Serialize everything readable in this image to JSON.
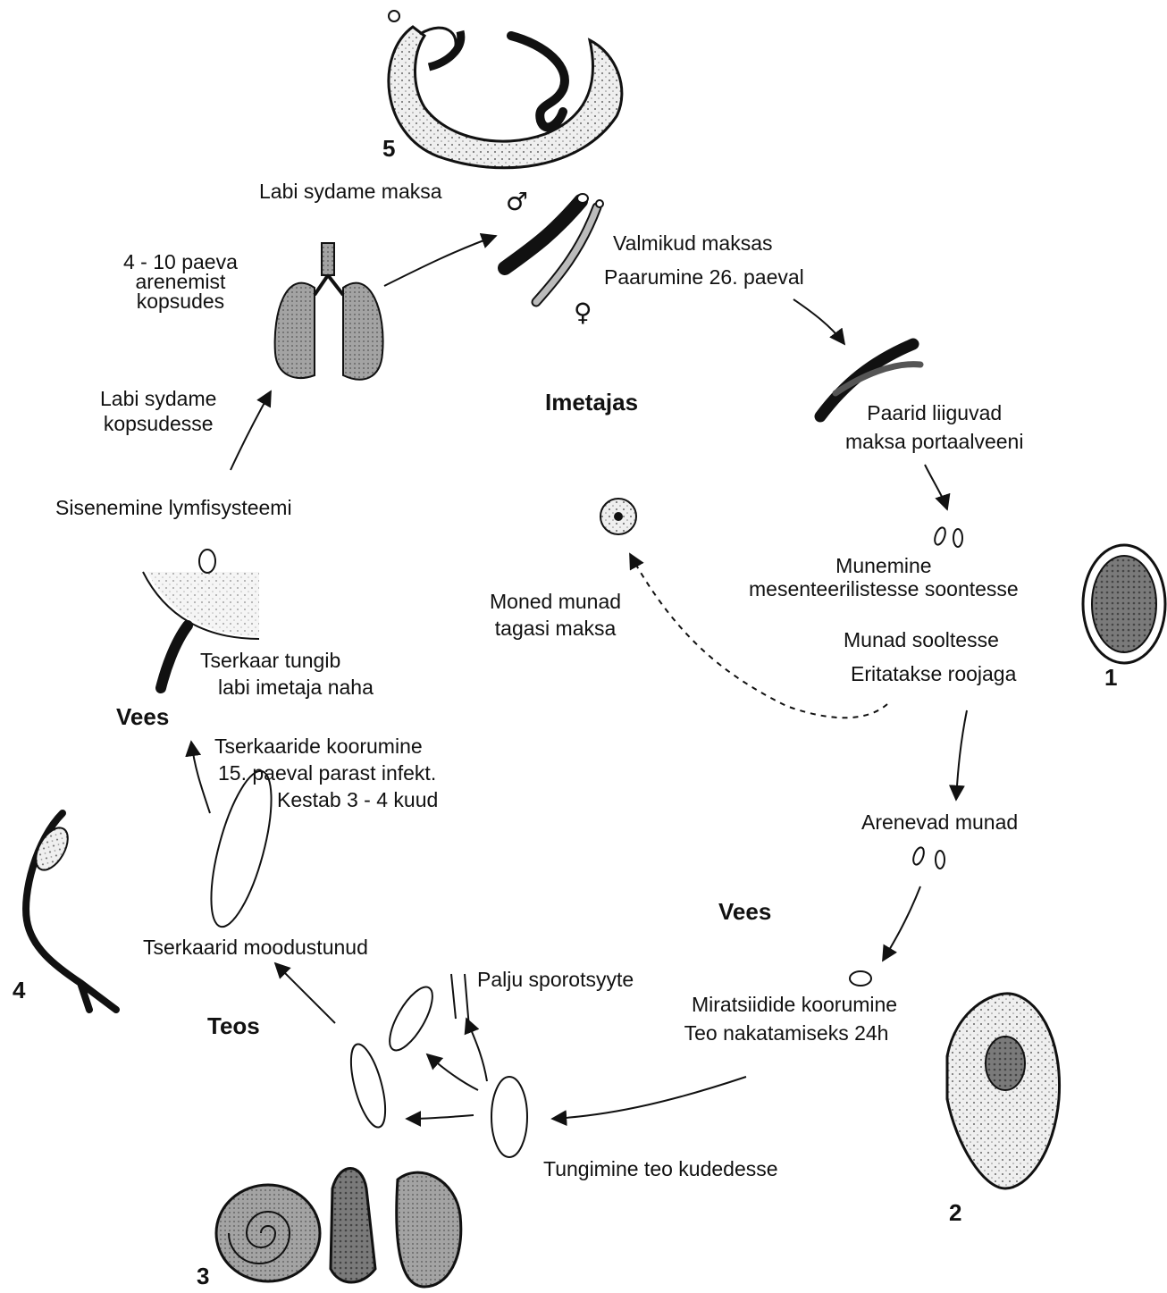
{
  "stages": {
    "s1": "1",
    "s2": "2",
    "s3": "3",
    "s4": "4",
    "s5": "5"
  },
  "hosts": {
    "mammal": "Imetajas",
    "water_top": "Vees",
    "water_bottom": "Vees",
    "snail": "Teos"
  },
  "steps": {
    "heart_liver": "Labi sydame maksa",
    "adults_liver": "Valmikud maksas",
    "pairing": "Paarumine 26. paeval",
    "lung_dev": [
      "4 - 10 paeva",
      "arenemist",
      "kopsudes"
    ],
    "heart_lungs": [
      "Labi sydame",
      "kopsudesse"
    ],
    "pairs_move": [
      "Paarid liiguvad",
      "maksa portaalveeni"
    ],
    "lymph": "Sisenemine lymfisysteemi",
    "laying": [
      "Munemine",
      "mesenteerilistesse soontesse"
    ],
    "back_liver": [
      "Moned munad",
      "tagasi maksa"
    ],
    "eggs_intestine": "Munad sooltesse",
    "excreted": "Eritatakse roojaga",
    "penetrate_skin": [
      "Tserkaar tungib",
      "labi imetaja naha"
    ],
    "cercaria_hatch": [
      "Tserkaaride koorumine",
      "15. paeval parast infekt.",
      "Kestab 3 - 4 kuud"
    ],
    "developing_eggs": "Arenevad munad",
    "cercariae_formed": "Tserkaarid moodustunud",
    "many_sporocysts": "Palju sporotsyyte",
    "miracidia_hatch": [
      "Miratsiidide koorumine",
      "Teo nakatamiseks 24h"
    ],
    "enter_snail": "Tungimine teo kudedesse"
  },
  "symbols": {
    "male": "♂",
    "female": "♀"
  }
}
